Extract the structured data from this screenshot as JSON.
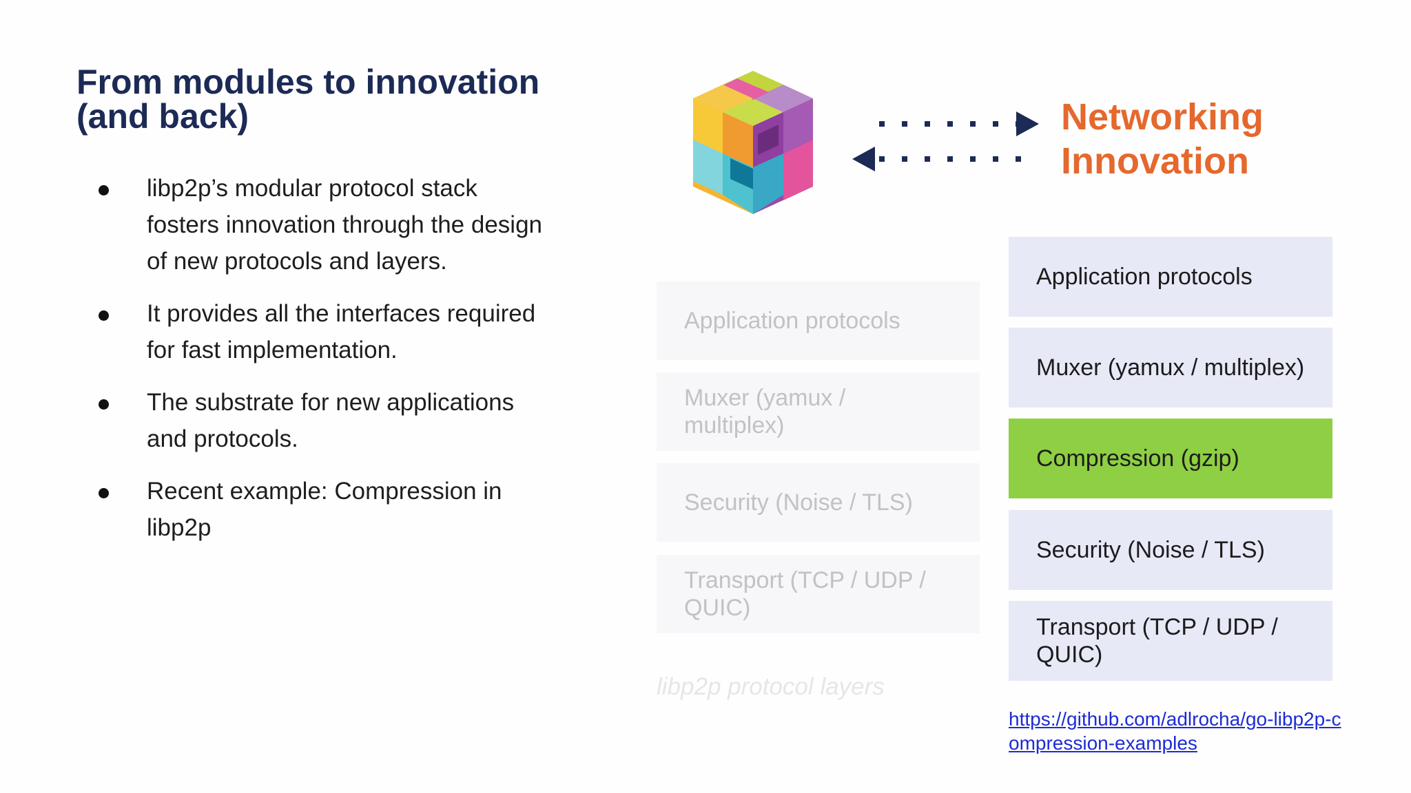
{
  "slide": {
    "title_lines": [
      "From modules to innovation",
      "(and back)"
    ],
    "bullets": [
      {
        "lines": [
          "libp2p’s modular protocol stack",
          "fosters innovation through the design",
          "of new protocols and layers."
        ]
      },
      {
        "lines": [
          "It provides all the interfaces required",
          "for fast implementation."
        ]
      },
      {
        "lines": [
          "The substrate for new applications",
          "and protocols."
        ]
      },
      {
        "lines": [
          "Recent example: Compression in",
          "libp2p"
        ]
      }
    ],
    "logo": {
      "icon": "libp2p-cube-logo-icon"
    },
    "arrows": {
      "icon": "bidirectional-dotted-arrows-icon",
      "color": "#1c2a56"
    },
    "innovation_title_lines": [
      "Networking",
      "Innovation"
    ],
    "innovation_color": "#e5682d",
    "faded_stack": {
      "layers": [
        {
          "lines": [
            "Application protocols"
          ]
        },
        {
          "lines": [
            "Muxer (yamux / multiplex)"
          ]
        },
        {
          "lines": [
            "Security (Noise / TLS)"
          ]
        },
        {
          "lines": [
            "Transport (TCP / UDP /",
            "QUIC)"
          ]
        }
      ],
      "caption": "libp2p protocol layers"
    },
    "new_stack": {
      "layers": [
        {
          "lines": [
            "Application protocols"
          ],
          "highlight": false
        },
        {
          "lines": [
            "Muxer (yamux / multiplex)"
          ],
          "highlight": false
        },
        {
          "lines": [
            "Compression (gzip)"
          ],
          "highlight": true
        },
        {
          "lines": [
            "Security (Noise / TLS)"
          ],
          "highlight": false
        },
        {
          "lines": [
            "Transport (TCP / UDP /",
            "QUIC)"
          ],
          "highlight": false
        }
      ],
      "highlight_color": "#8ecf43",
      "layer_color": "#e7e9f7"
    },
    "link_lines": [
      "https://github.com/adlrocha/go-libp2p-c",
      "ompression-examples"
    ]
  }
}
